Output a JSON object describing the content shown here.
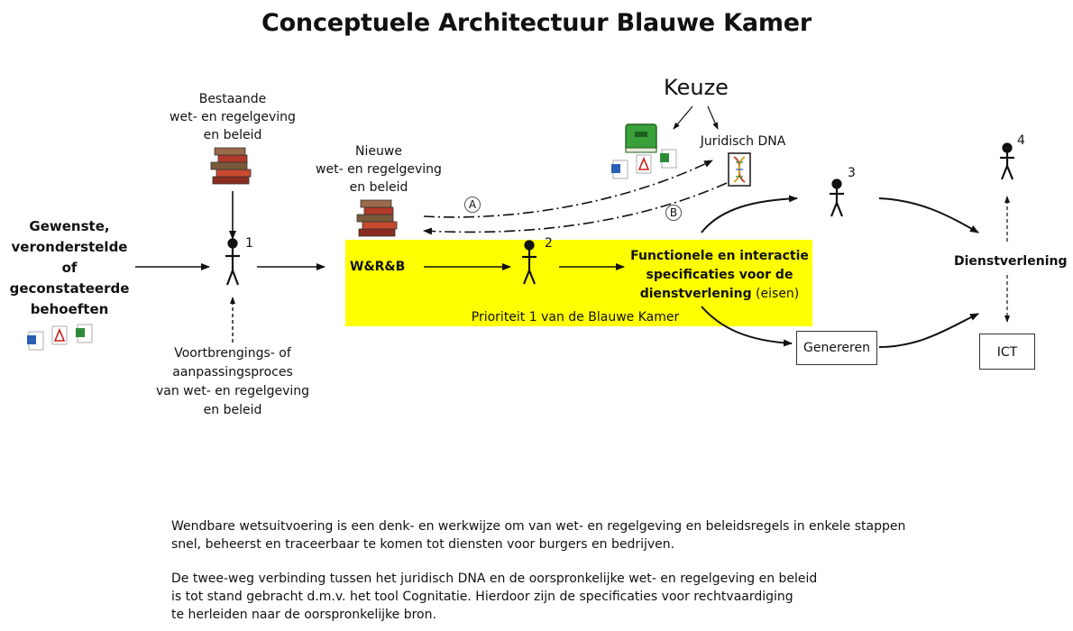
{
  "title": "Conceptuele Architectuur Blauwe Kamer",
  "needs": {
    "lines": [
      "Gewenste,",
      "veronderstelde",
      "of",
      "geconstateerde",
      "behoeften"
    ]
  },
  "existing": {
    "lines": [
      "Bestaande",
      "wet- en regelgeving",
      "en beleid"
    ]
  },
  "process": {
    "lines": [
      "Voortbrengings- of",
      "aanpassingsproces",
      "van wet- en regelgeving",
      "en beleid"
    ]
  },
  "new_law": {
    "lines": [
      "Nieuwe",
      "wet- en regelgeving",
      "en beleid"
    ]
  },
  "choice": "Keuze",
  "juridisch_dna": "Juridisch DNA",
  "wrb": "W&R&B",
  "specs": {
    "line1": "Functionele en interactie",
    "line2": "specificaties voor de",
    "line3_bold": "dienstverlening",
    "line3_rest": " (eisen)"
  },
  "priority": "Prioriteit 1 van de Blauwe Kamer",
  "generate": "Genereren",
  "service": "Dienstverlening",
  "ict": "ICT",
  "markers": {
    "a": "A",
    "b": "B"
  },
  "actor_numbers": [
    "1",
    "2",
    "3",
    "4"
  ],
  "paragraphs": [
    [
      "Wendbare wetsuitvoering is een denk- en werkwijze om van wet- en regelgeving en beleidsregels in enkele stappen",
      "snel, beheerst en traceerbaar te komen tot diensten voor burgers en bedrijven."
    ],
    [
      "De twee-weg verbinding tussen het juridisch DNA en de oorspronkelijke wet- en regelgeving en beleid",
      "is tot stand gebracht d.m.v. het tool Cognitatie. Hierdoor zijn de specificaties voor rechtvaardiging",
      "te herleiden naar de oorspronkelijke bron."
    ]
  ],
  "colors": {
    "highlight": "#ffff00",
    "line": "#111111"
  }
}
